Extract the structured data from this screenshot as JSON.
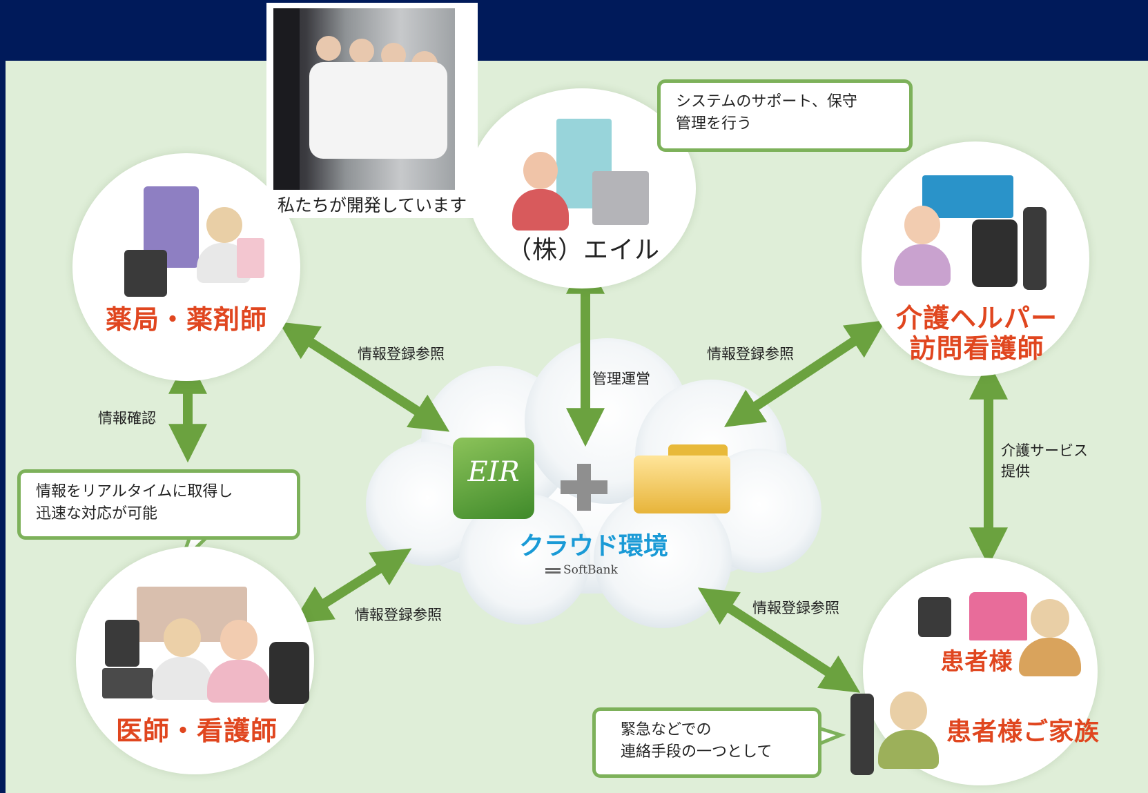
{
  "photo": {
    "caption": "私たちが開発しています"
  },
  "nodes": {
    "pharmacy": "薬局・薬剤師",
    "company": "（株）エイル",
    "care_helper_line1": "介護ヘルパー",
    "care_helper_line2": "訪問看護師",
    "doctor": "医師・看護師",
    "patient": "患者様",
    "family": "患者様ご家族"
  },
  "cloud": {
    "title": "クラウド環境",
    "provider": "SoftBank",
    "app_logo": "EIR"
  },
  "edges": {
    "pharmacy_cloud": "情報登録参照",
    "company_cloud": "管理運営",
    "care_cloud": "情報登録参照",
    "pharmacy_doctor": "情報確認",
    "care_patient_line1": "介護サービス",
    "care_patient_line2": "提供",
    "doctor_cloud": "情報登録参照",
    "family_cloud": "情報登録参照"
  },
  "bubbles": {
    "company_line1": "システムのサポート、保守",
    "company_line2": "管理を行う",
    "doctor_line1": "情報をリアルタイムに取得し",
    "doctor_line2": "迅速な対応が可能",
    "family_line1": "緊急などでの",
    "family_line2": "連絡手段の一つとして"
  },
  "colors": {
    "background": "#001a5a",
    "panel": "#dfeed8",
    "arrow": "#6ba23f",
    "label_accent": "#e0461f",
    "cloud_title": "#1a9ad6"
  }
}
